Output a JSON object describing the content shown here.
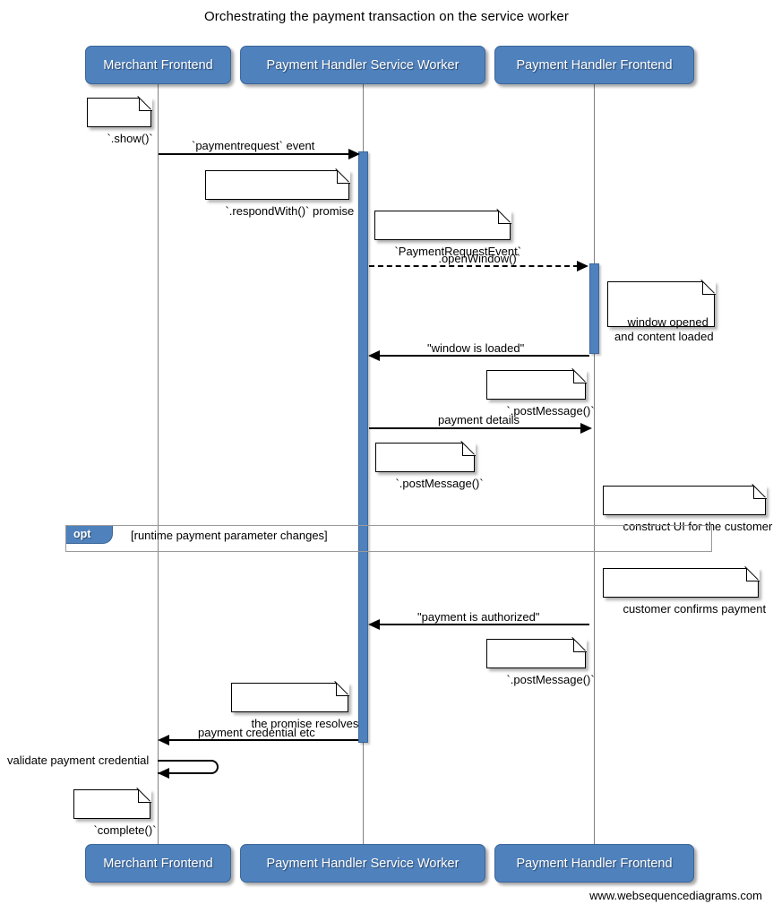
{
  "diagram": {
    "title": "Orchestrating the payment transaction on the service worker",
    "footer": "www.websequencediagrams.com",
    "accent_color": "#4F81BD",
    "lifeline_color": "#808080",
    "note_background": "#ffffff",
    "text_color": "#000000"
  },
  "participants": [
    {
      "id": "merchant",
      "label": "Merchant Frontend"
    },
    {
      "id": "sw",
      "label": "Payment Handler Service Worker"
    },
    {
      "id": "phf",
      "label": "Payment Handler Frontend"
    }
  ],
  "participants_bottom": [
    {
      "id": "merchant",
      "label": "Merchant Frontend"
    },
    {
      "id": "sw",
      "label": "Payment Handler Service Worker"
    },
    {
      "id": "phf",
      "label": "Payment Handler Frontend"
    }
  ],
  "messages": [
    {
      "id": "m1",
      "label": "`paymentrequest` event",
      "from": "merchant",
      "to": "sw",
      "style": "solid",
      "direction": "right"
    },
    {
      "id": "m2",
      "label": "`.openWindow()`",
      "from": "sw",
      "to": "phf",
      "style": "dashed",
      "direction": "right"
    },
    {
      "id": "m3",
      "label": "\"window is loaded\"",
      "from": "phf",
      "to": "sw",
      "style": "solid",
      "direction": "left"
    },
    {
      "id": "m4",
      "label": "payment details",
      "from": "sw",
      "to": "phf",
      "style": "solid",
      "direction": "right"
    },
    {
      "id": "m5",
      "label": "\"payment is authorized\"",
      "from": "phf",
      "to": "sw",
      "style": "solid",
      "direction": "left"
    },
    {
      "id": "m6",
      "label": "payment credential etc",
      "from": "sw",
      "to": "merchant",
      "style": "solid",
      "direction": "left"
    },
    {
      "id": "m7",
      "label": "validate payment credential",
      "from": "merchant",
      "to": "merchant",
      "style": "solid",
      "direction": "self"
    }
  ],
  "notes": [
    {
      "id": "n1",
      "text": "`.show()`"
    },
    {
      "id": "n2",
      "text": "`.respondWith()` promise"
    },
    {
      "id": "n3",
      "text": "`PaymentRequestEvent`"
    },
    {
      "id": "n4",
      "text": "window opened\nand content loaded"
    },
    {
      "id": "n5",
      "text": "`.postMessage()`"
    },
    {
      "id": "n6",
      "text": "`.postMessage()`"
    },
    {
      "id": "n7",
      "text": "construct UI for the customer"
    },
    {
      "id": "n8",
      "text": "customer confirms payment"
    },
    {
      "id": "n9",
      "text": "`.postMessage()`"
    },
    {
      "id": "n10",
      "text": "the promise resolves"
    },
    {
      "id": "n11",
      "text": "`complete()`"
    }
  ],
  "fragment": {
    "operator": "opt",
    "condition": "[runtime payment parameter changes]"
  }
}
